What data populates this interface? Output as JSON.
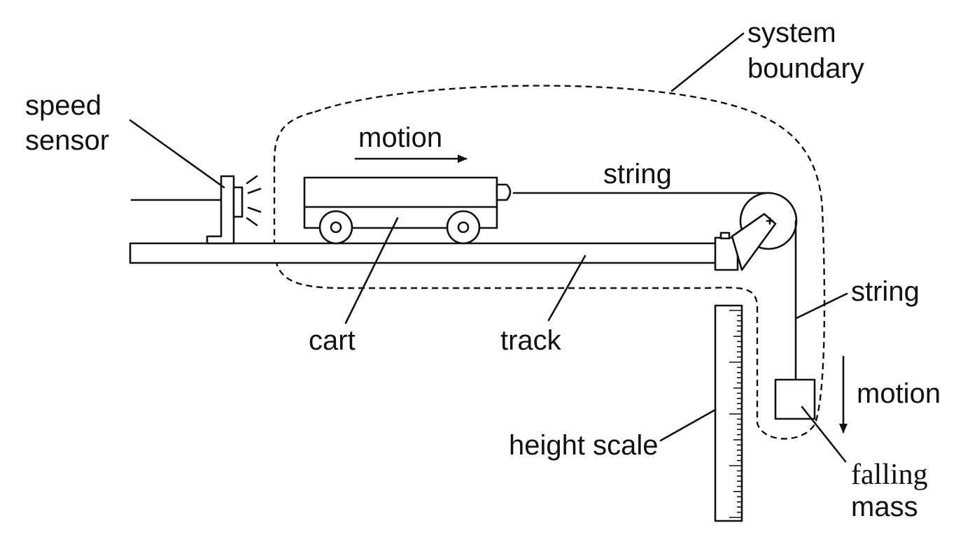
{
  "labels": {
    "speed_sensor_line1": "speed",
    "speed_sensor_line2": "sensor",
    "motion_cart": "motion",
    "string_top": "string",
    "system_boundary_line1": "system",
    "system_boundary_line2": "boundary",
    "cart": "cart",
    "track": "track",
    "string_right": "string",
    "motion_mass": "motion",
    "height_scale": "height scale",
    "falling_mass_line1": "falling",
    "falling_mass_line2": "mass"
  },
  "colors": {
    "ink": "#111111",
    "background": "#ffffff"
  }
}
